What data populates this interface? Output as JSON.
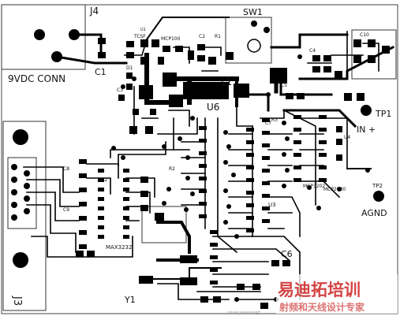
{
  "labels": {
    "j4": "J4",
    "sw1": "SW1",
    "c1": "C1",
    "vdc_conn": "9VDC CONN",
    "l1": "L1",
    "u6": "U6",
    "tp1": "TP1",
    "in_plus": "IN +",
    "tp2": "TP2",
    "agnd": "AGND",
    "c6": "C6",
    "j3": "J3",
    "y1": "Y1",
    "tcsf": "TCSF",
    "u1": "U1",
    "mcp100": "MCP100",
    "u5": "U5",
    "u2": "U2",
    "u3": "U3",
    "u4": "U4",
    "c10": "C10",
    "c2": "C2",
    "c3": "C3",
    "c4": "C4",
    "c5": "C5",
    "c7": "C7",
    "c8": "C8",
    "c9": "C9",
    "r1": "R1",
    "r2": "R2",
    "r3": "R3",
    "d1": "D1",
    "mcp3202": "MCP3202",
    "max3232": "MAX3232",
    "mcp2030": "MCP2030"
  },
  "watermark": {
    "title": "易迪拓培训",
    "subtitle": "射频和天线设计专家",
    "url": "WWW.MWRF.NET"
  },
  "colors": {
    "copper": "#000000",
    "board": "#ffffff",
    "outline": "#333333",
    "watermark_red": "#cc2222"
  }
}
